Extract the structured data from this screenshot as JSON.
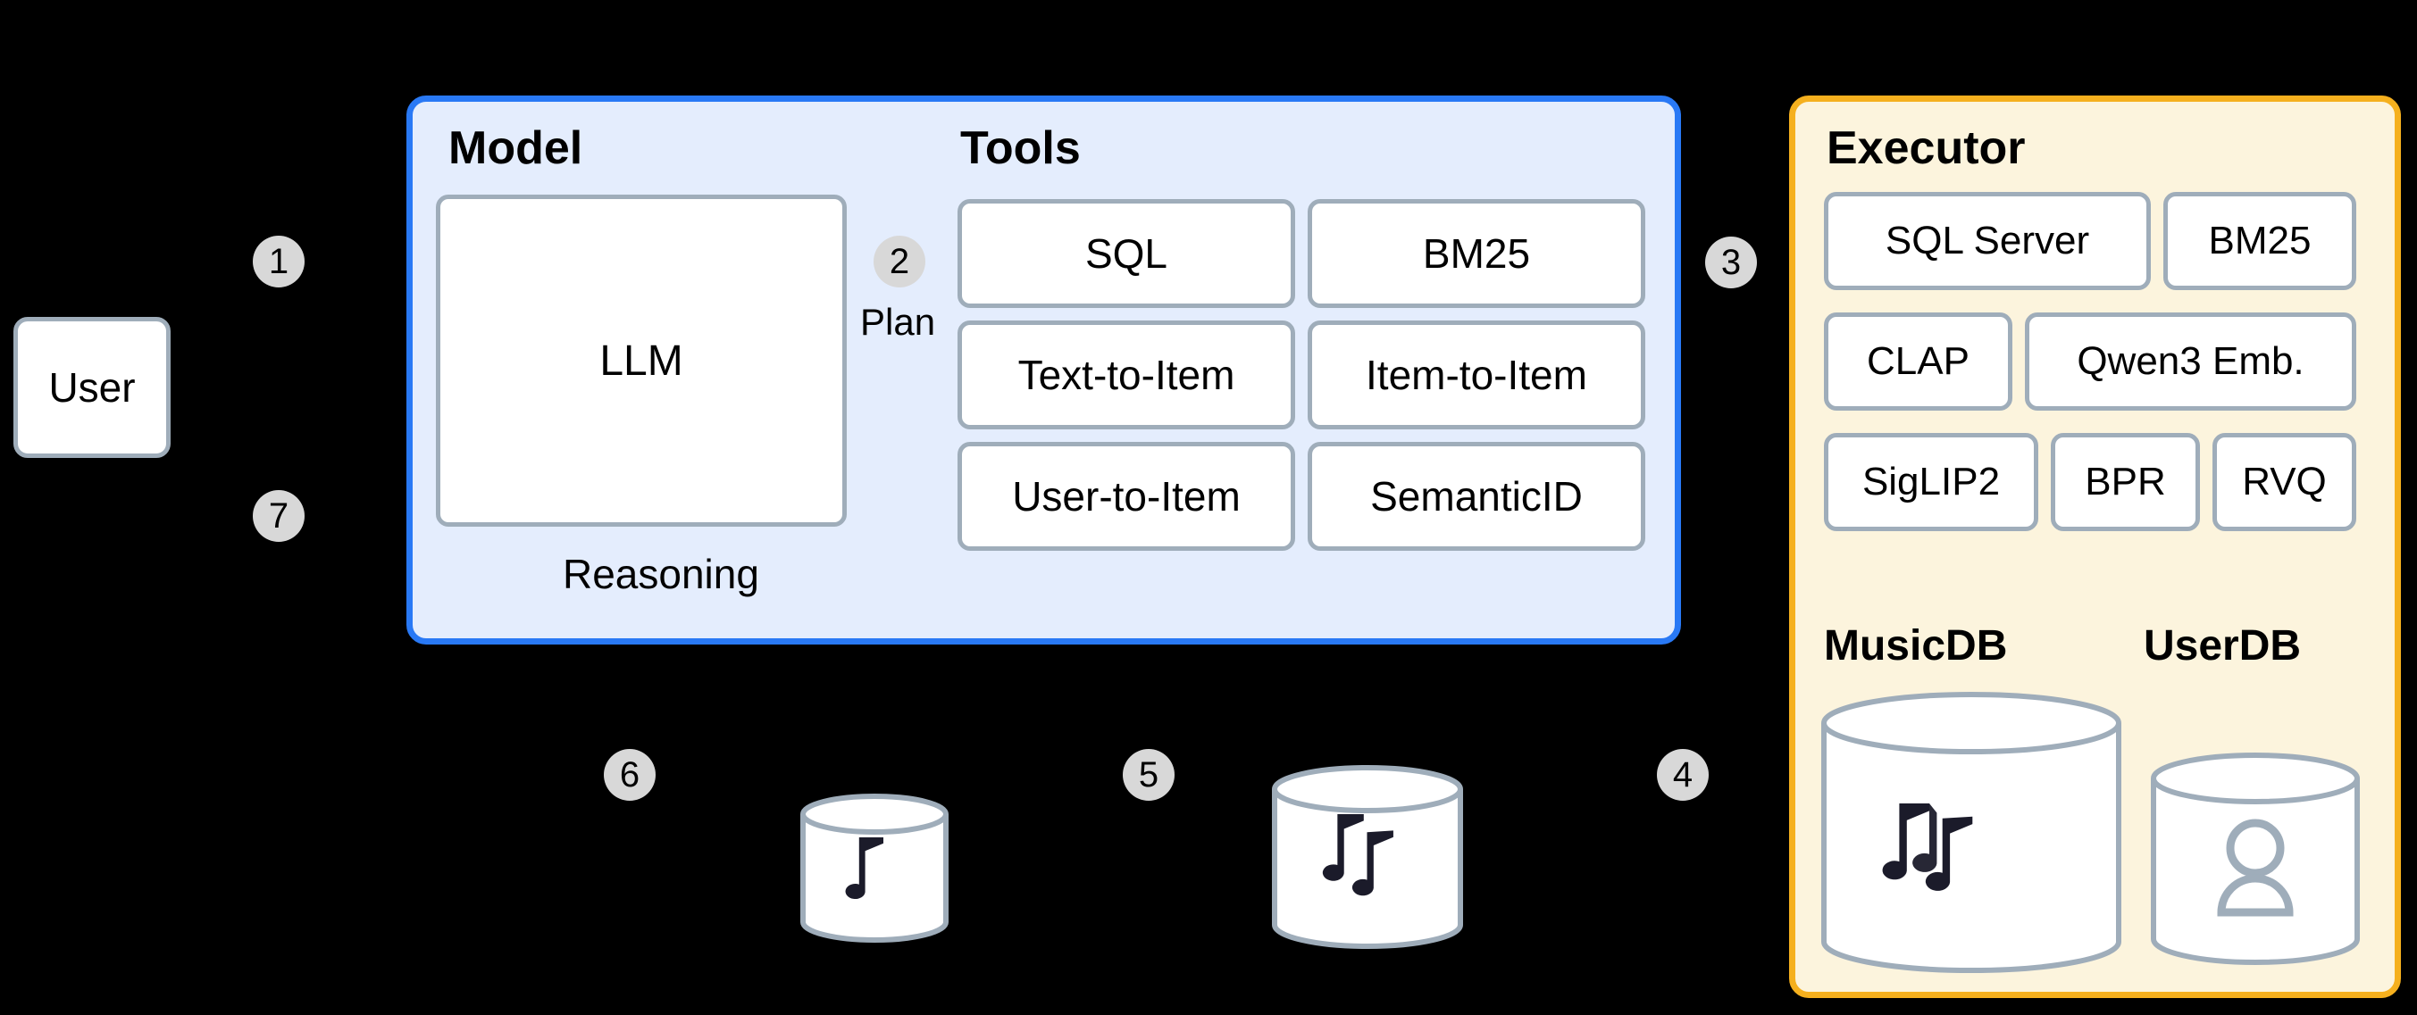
{
  "diagram": {
    "background_color": "#000000",
    "actor": {
      "label": "User"
    },
    "model_panel": {
      "title": "Model",
      "border_color": "#2979f5",
      "fill_color": "#e4edfd",
      "llm_label": "LLM",
      "reasoning_label": "Reasoning",
      "plan_label": "Plan",
      "tools_title": "Tools",
      "tools": [
        {
          "label": "SQL"
        },
        {
          "label": "BM25"
        },
        {
          "label": "Text-to-Item"
        },
        {
          "label": "Item-to-Item"
        },
        {
          "label": "User-to-Item"
        },
        {
          "label": "SemanticID"
        }
      ]
    },
    "executor_panel": {
      "title": "Executor",
      "border_color": "#f5b01e",
      "fill_color": "#fcf4dd",
      "components": [
        {
          "label": "SQL Server"
        },
        {
          "label": "BM25"
        },
        {
          "label": "CLAP"
        },
        {
          "label": "Qwen3 Emb."
        },
        {
          "label": "SigLIP2"
        },
        {
          "label": "BPR"
        },
        {
          "label": "RVQ"
        }
      ],
      "databases": [
        {
          "label": "MusicDB",
          "icon": "music-notes-icon"
        },
        {
          "label": "UserDB",
          "icon": "person-icon"
        }
      ]
    },
    "result_stores": [
      {
        "name": "small-music-cylinder",
        "icon": "music-note-icon"
      },
      {
        "name": "large-music-cylinder",
        "icon": "music-notes-icon"
      }
    ],
    "step_badges": [
      {
        "number": "1"
      },
      {
        "number": "2"
      },
      {
        "number": "3"
      },
      {
        "number": "4"
      },
      {
        "number": "5"
      },
      {
        "number": "6"
      },
      {
        "number": "7"
      }
    ],
    "colors": {
      "badge_fill": "#d8d8d8",
      "box_border": "#9fadba",
      "arrow": "#7f7f7f"
    }
  }
}
